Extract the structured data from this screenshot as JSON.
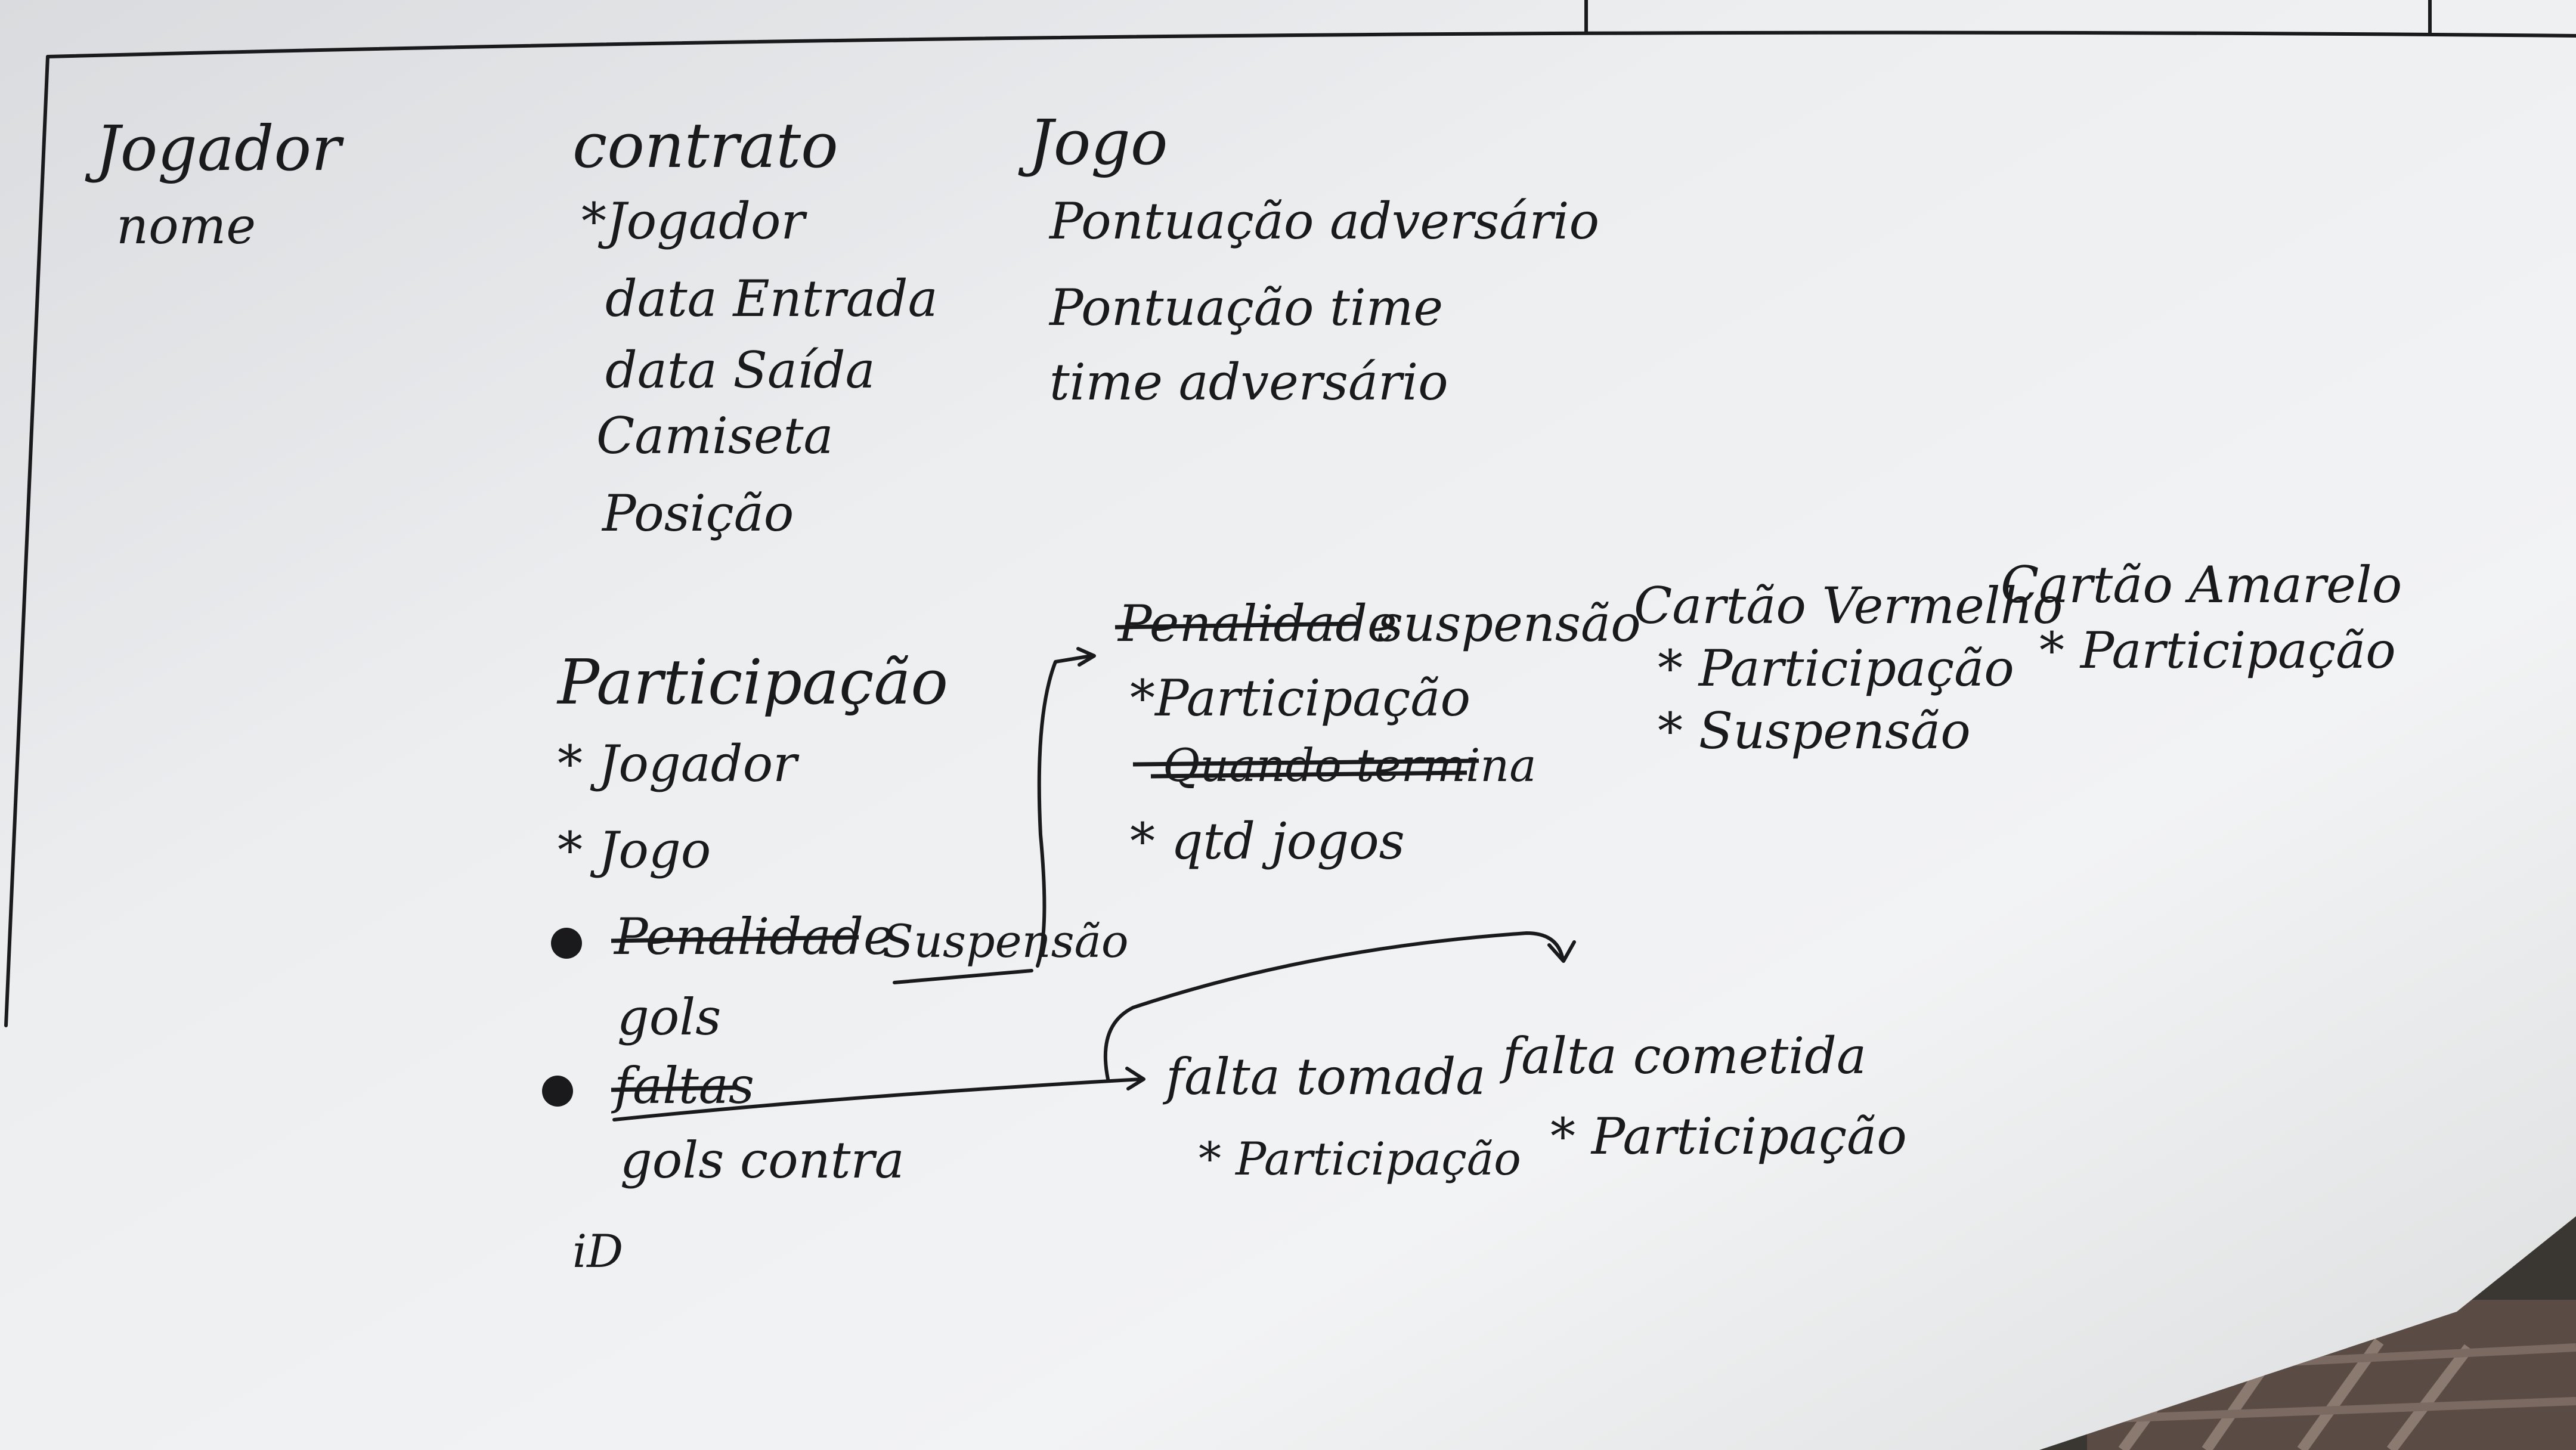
{
  "entities": {
    "jogador": {
      "title": "Jogador",
      "fields": [
        "nome"
      ]
    },
    "contrato": {
      "title": "contrato",
      "fields": [
        "*Jogador",
        "data Entrada",
        "data Saída",
        "Camiseta",
        "Posição"
      ]
    },
    "jogo": {
      "title": "Jogo",
      "fields": [
        "Pontuação adversário",
        "Pontuação time",
        "time adversário"
      ]
    },
    "participacao": {
      "title": "Participação",
      "fields": [
        "* Jogador",
        "* Jogo",
        "Penalidade",
        "Suspensão",
        "gols",
        "faltas",
        "gols contra",
        "iD"
      ]
    },
    "suspensao": {
      "struck_title": "Penalidade",
      "title": "suspensão",
      "fields": [
        "*Participação",
        "Quando termina",
        "* qtd jogos"
      ]
    },
    "cartao_vermelho": {
      "title": "Cartão Vermelho",
      "fields": [
        "* Participação",
        "* Suspensão"
      ]
    },
    "cartao_amarelo": {
      "title": "Cartão Amarelo",
      "fields": [
        "* Participação"
      ]
    },
    "falta_tomada": {
      "title": "falta tomada",
      "fields": [
        "* Participação"
      ]
    },
    "falta_cometida": {
      "title": "falta cometida",
      "fields": [
        "* Participação"
      ]
    }
  },
  "colors": {
    "paper": "#e9eaec",
    "ink": "#1a1a1d",
    "background": "#3a3632"
  }
}
